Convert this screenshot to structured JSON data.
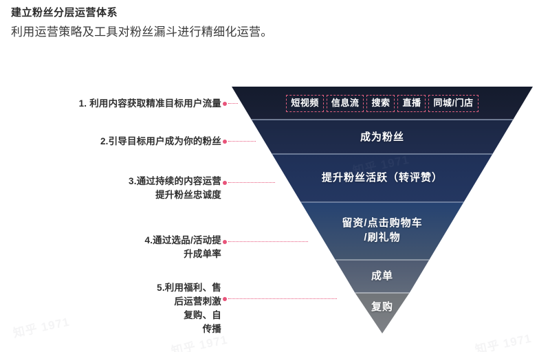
{
  "header": {
    "title": "建立粉丝分层运营体系",
    "subtitle": "利用运营策略及工具对粉丝漏斗进行精细化运营。"
  },
  "source_chips": [
    {
      "label": "短视频"
    },
    {
      "label": "信息流"
    },
    {
      "label": "搜索"
    },
    {
      "label": "直播"
    },
    {
      "label": "同城/门店"
    }
  ],
  "funnel": {
    "stages": [
      {
        "label": "",
        "fill_top": "#151c2e",
        "fill_bottom": "#1b2238"
      },
      {
        "label": "成为粉丝",
        "fill_top": "#1b2744",
        "fill_bottom": "#1f2c4d"
      },
      {
        "label": "提升粉丝活跃（转评赞）",
        "fill_top": "#1f3057",
        "fill_bottom": "#24375f"
      },
      {
        "label": "留资/点击购物车\n/刷礼物",
        "fill_top": "#24406e",
        "fill_bottom": "#41536f"
      },
      {
        "label": "成单",
        "fill_top": "#515d73",
        "fill_bottom": "#5d6778"
      },
      {
        "label": "复购",
        "fill_top": "#70747c",
        "fill_bottom": "#7b7e84"
      }
    ],
    "divider_color": "#aab4c6"
  },
  "steps": [
    {
      "text": "1. 利用内容获取精准目标用户流量"
    },
    {
      "text": "2.引导目标用户成为你的粉丝"
    },
    {
      "text": "3.通过持续的内容运营\n提升粉丝忠诚度"
    },
    {
      "text": "4.通过选品/活动提\n升成单率"
    },
    {
      "text": "5.利用福利、售\n后运营刺激\n复购、自\n传播"
    }
  ],
  "watermarks": [
    {
      "text": "知乎 1971"
    },
    {
      "text": "知乎 1971"
    },
    {
      "text": "知乎 1971"
    },
    {
      "text": "知乎 1971"
    }
  ],
  "colors": {
    "accent_pink": "#e8547a",
    "funnel_dark": "#151c2e",
    "funnel_light": "#7b7e84",
    "text_dark": "#2f2f2f"
  }
}
